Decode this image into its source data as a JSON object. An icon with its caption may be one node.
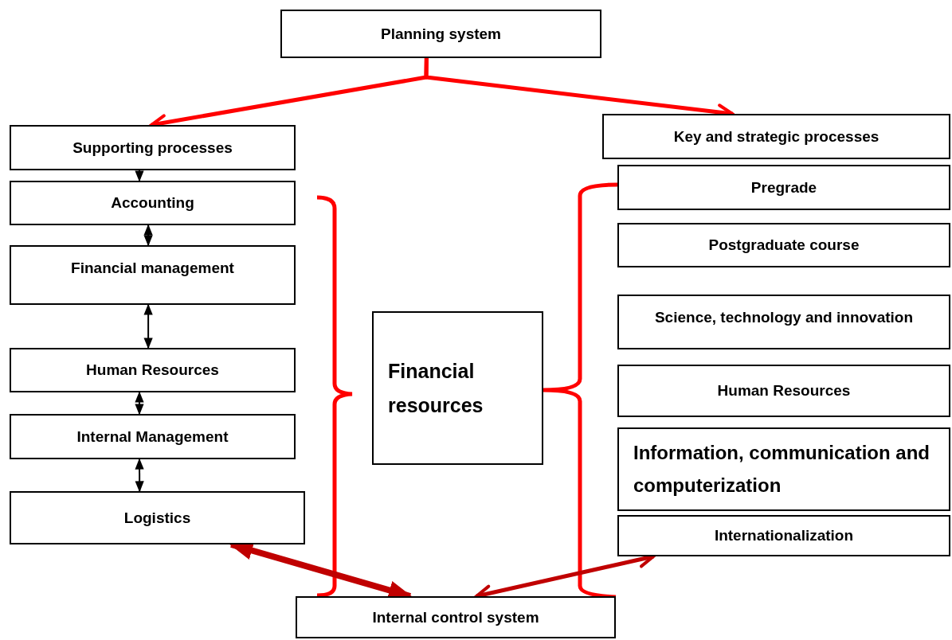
{
  "diagram": {
    "nodes": [
      {
        "text": [
          "Planning system"
        ]
      },
      {
        "text": [
          "Supporting processes"
        ]
      },
      {
        "text": [
          "Accounting"
        ]
      },
      {
        "text": [
          "Financial management"
        ]
      },
      {
        "text": [
          "Human Resources"
        ]
      },
      {
        "text": [
          "Internal Management"
        ]
      },
      {
        "text": [
          "Logistics"
        ]
      },
      {
        "text": [
          "Financial resources"
        ]
      },
      {
        "text": [
          "Key and strategic processes"
        ]
      },
      {
        "text": [
          "Pregrade"
        ]
      },
      {
        "text": [
          "Postgraduate course"
        ]
      },
      {
        "text": [
          "Science, technology and innovation"
        ]
      },
      {
        "text": [
          "Human Resources"
        ]
      },
      {
        "text": [
          "Information, communication and computerization"
        ]
      },
      {
        "text": [
          "Internationalization"
        ]
      },
      {
        "text": [
          "Internal control system"
        ]
      }
    ],
    "edges": [
      {
        "from": 0,
        "to": 1,
        "arrow": "to",
        "style": "thick",
        "color": "#ff0000"
      },
      {
        "from": 0,
        "to": 8,
        "arrow": "to",
        "style": "thick",
        "color": "#ff0000"
      },
      {
        "from": 1,
        "to": 2,
        "arrow": "to"
      },
      {
        "from": 2,
        "to": 3,
        "arrow": "both"
      },
      {
        "from": 3,
        "to": 4,
        "arrow": "both"
      },
      {
        "from": 4,
        "to": 5,
        "arrow": "both"
      },
      {
        "from": 5,
        "to": 6,
        "arrow": "both"
      },
      {
        "from": 6,
        "to": 15,
        "arrow": "both",
        "style": "thick",
        "color": "#c00000"
      },
      {
        "from": 15,
        "to": 14,
        "arrow": "both",
        "style": "thick",
        "color": "#c00000"
      }
    ]
  }
}
